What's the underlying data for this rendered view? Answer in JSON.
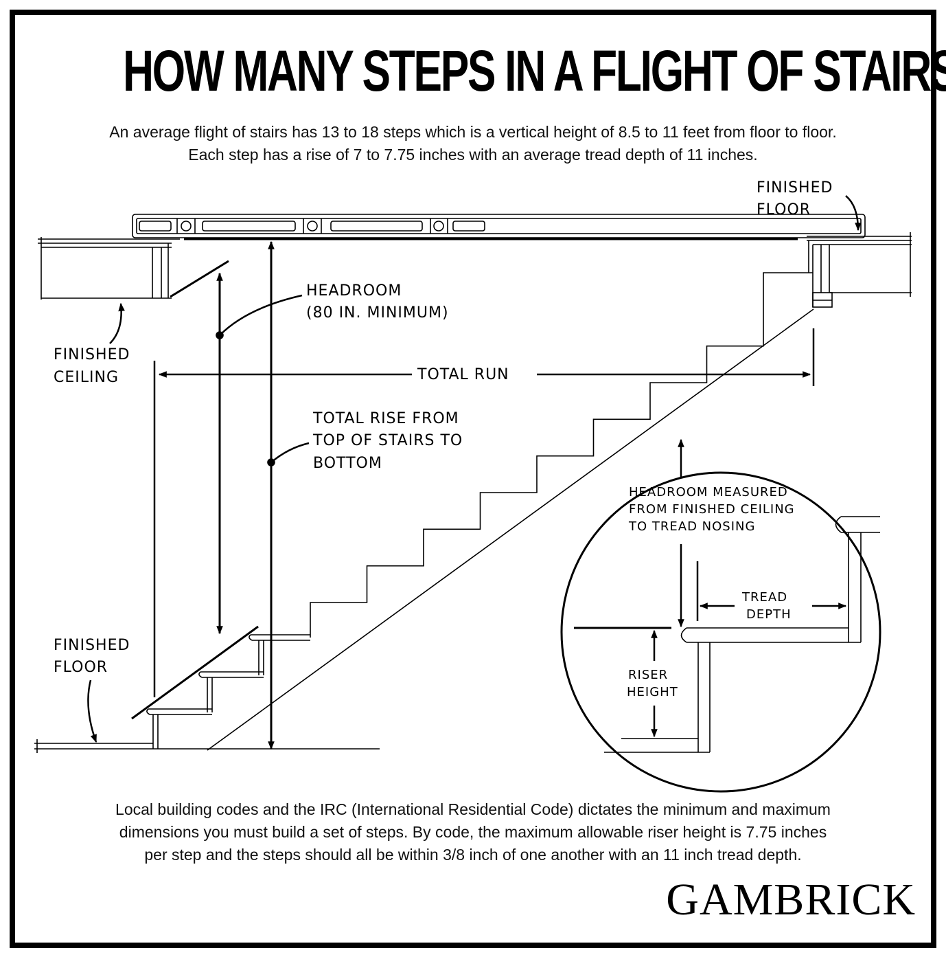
{
  "title": "HOW MANY STEPS IN A FLIGHT OF STAIRS",
  "intro": {
    "line1": "An average flight of stairs has 13 to 18 steps which is a vertical height of 8.5 to 11 feet from floor to floor.",
    "line2": "Each step has a rise of 7 to 7.75 inches with an average tread depth of 11 inches."
  },
  "diagram": {
    "finished_floor_top": [
      "FINISHED",
      "FLOOR"
    ],
    "finished_ceiling": [
      "FINISHED",
      "CEILING"
    ],
    "finished_floor_bottom": [
      "FINISHED",
      "FLOOR"
    ],
    "headroom": [
      "HEADROOM",
      "(80 IN. MINIMUM)"
    ],
    "total_run": "TOTAL RUN",
    "total_rise": [
      "TOTAL RISE FROM",
      "TOP OF STAIRS TO",
      "BOTTOM"
    ],
    "inset": {
      "headroom_measured": [
        "HEADROOM MEASURED",
        "FROM FINISHED CEILING",
        "TO TREAD NOSING"
      ],
      "tread_depth": [
        "TREAD",
        "DEPTH"
      ],
      "riser_height": [
        "RISER",
        "HEIGHT"
      ]
    }
  },
  "footer": {
    "line1": "Local building codes and the IRC (International Residential Code) dictates the minimum and maximum",
    "line2": "dimensions you must build a set of steps. By code, the maximum allowable riser height is 7.75 inches",
    "line3": "per step and the steps should all be within 3/8 inch of one another with an 11 inch tread depth."
  },
  "brand": "GAMBRICK"
}
